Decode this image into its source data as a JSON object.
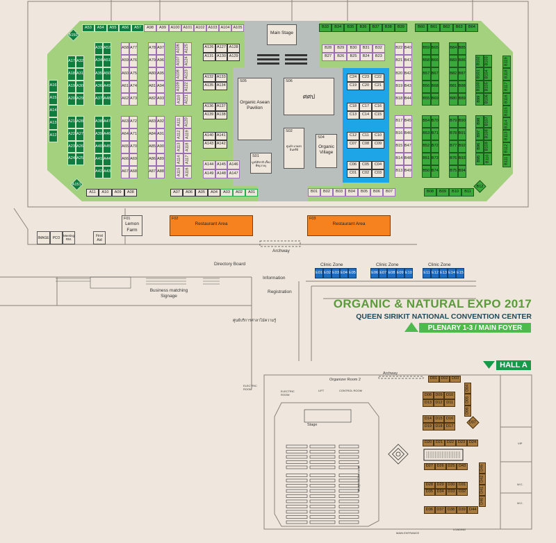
{
  "title": {
    "expo": "ORGANIC & NATURAL EXPO 2017",
    "venue": "QUEEN SIRIKIT NATIONAL CONVENTION CENTER",
    "plenary": "PLENARY 1-3 / MAIN FOYER",
    "hall": "HALL A"
  },
  "colors": {
    "hall_green": "#a3d17e",
    "a_booth": "#0f7d3d",
    "b_booth": "#3aa83a",
    "c_zone": "#1ea5e8",
    "restaurant": "#f5821f",
    "d_booth": "#a97b3f",
    "clinic": "#1a6cc4",
    "title_green": "#5b9a3b",
    "title_navy": "#1e4a5a"
  },
  "rooms": {
    "main_stage": "Main Stage",
    "s05_code": "S05",
    "s05_name": "Organic Asean Pavilion",
    "s06_code": "S06",
    "s06_name": "ศศป",
    "s02_code": "S02",
    "s02_name": "ศูนย์ฯ เกษตรอินทรีย์",
    "s04_code": "S04",
    "s04_name": "Organic Village",
    "s01_code": "S01",
    "s01_name": "มูลนิธิชาติ เลี้ยงพืช(ภาค)",
    "f01_code": "F01",
    "f01_name": "Lemon Farm",
    "f02_code": "F02",
    "f02_name": "Restaurant Area",
    "f03_code": "F03",
    "f03_name": "Restaurant Area",
    "image": "IMAGE",
    "pco": "PCO",
    "meeting": "Meeting RM.",
    "first_aid": "First Aid"
  },
  "labels": {
    "archway_top": "Archway",
    "directory_board": "Directory Board",
    "information": "Information",
    "registration": "Registration",
    "business_matching": "Business matching Signage",
    "thai_service": "ศูนย์บริการศาลาไม้ความรู้",
    "clinic_1": "Clinic Zone",
    "clinic_2": "Clinic Zone",
    "clinic_3": "Clinic Zone",
    "electric_room_1": "ELECTRIC ROOM",
    "electric_room_2": "ELECTRIC ROOM",
    "organizer_room": "Organizer Room 2",
    "lift": "LIFT",
    "control_room": "CONTROL ROOM",
    "archway_hall": "Archway",
    "stage": "Stage",
    "interpretation": "Interpretation room",
    "vip": "VIP",
    "wc_1": "W.C.",
    "wc_2": "W.C.",
    "main_entrance": "MAIN ENTRANCE",
    "loading": "LOADING"
  },
  "booths": {
    "a_top_green": [
      "A53",
      "A54",
      "A55",
      "A56",
      "A57"
    ],
    "a_top": [
      "A98",
      "A99",
      "A100",
      "A101",
      "A102",
      "A103",
      "A104",
      "A105"
    ],
    "a_col12": [
      "A16",
      "A15",
      "A14",
      "A13",
      "A12"
    ],
    "a_17": [
      "A17",
      "A32",
      "A18",
      "A31",
      "A19",
      "A30",
      "A20",
      "A29"
    ],
    "a_21": [
      "A21",
      "A28",
      "A22",
      "A27",
      "A23",
      "A26",
      "A24",
      "A25"
    ],
    "a_33": [
      "A33",
      "A52",
      "A34",
      "A51",
      "A35",
      "A50",
      "A36",
      "A49",
      "A37",
      "A48"
    ],
    "a_38": [
      "A38",
      "A47",
      "A39",
      "A46",
      "A40",
      "A45",
      "A41",
      "A44",
      "A42",
      "A43"
    ],
    "a_58": [
      "A58",
      "A77",
      "A59",
      "A76",
      "A60",
      "A75",
      "A61",
      "A74",
      "A62",
      "A73"
    ],
    "a_63": [
      "A63",
      "A72",
      "A64",
      "A71",
      "A65",
      "A70",
      "A66",
      "A69",
      "A67",
      "A68"
    ],
    "a_78": [
      "A78",
      "A97",
      "A79",
      "A96",
      "A80",
      "A95",
      "A81",
      "A94",
      "A82",
      "A93"
    ],
    "a_83": [
      "A83",
      "A92",
      "A84",
      "A91",
      "A85",
      "A90",
      "A86",
      "A89",
      "A87",
      "A88"
    ],
    "a_106": [
      "A106",
      "A125",
      "A107",
      "A124",
      "A108",
      "A123",
      "A109",
      "A122",
      "A110",
      "A121"
    ],
    "a_111": [
      "A111",
      "A120",
      "A112",
      "A119",
      "A113",
      "A118",
      "A114",
      "A117",
      "A115",
      "A116"
    ],
    "a_126": [
      "A126",
      "A127",
      "A128",
      "A131",
      "A130",
      "A129"
    ],
    "a_132": [
      "A132",
      "A133",
      "A135",
      "A134"
    ],
    "a_136": [
      "A136",
      "A137",
      "A139",
      "A138"
    ],
    "a_140": [
      "A140",
      "A141",
      "A143",
      "A142"
    ],
    "a_144": [
      "A144",
      "A145",
      "A146",
      "A149",
      "A148",
      "A147"
    ],
    "a_bottom_left": [
      "A11",
      "A10",
      "A09",
      "A08"
    ],
    "a_bottom_mid": [
      "A07",
      "A06",
      "A05",
      "A04"
    ],
    "a_bottom_right": [
      "A03",
      "A02",
      "A01"
    ],
    "b_bottom_left": [
      "B01",
      "B02",
      "B03",
      "B04",
      "B05",
      "B06",
      "B07"
    ],
    "b_top_green": [
      "B33",
      "B34",
      "B35",
      "B36",
      "B37",
      "B38",
      "B39"
    ],
    "b_top_right": [
      "B60",
      "B61",
      "B62",
      "B63",
      "B64"
    ],
    "b_28": [
      "B28",
      "B29",
      "B30",
      "B31",
      "B32",
      "B27",
      "B26",
      "B25",
      "B24",
      "B23"
    ],
    "c_24": [
      "C24",
      "C23",
      "C22",
      "C19",
      "C20",
      "C21"
    ],
    "c_18": [
      "C18",
      "C17",
      "C16",
      "C13",
      "C14",
      "C15"
    ],
    "c_12": [
      "C12",
      "C11",
      "C10",
      "C07",
      "C08",
      "C09"
    ],
    "c_06": [
      "C06",
      "C05",
      "C04",
      "C01",
      "C02",
      "C03"
    ],
    "b_22": [
      "B22",
      "B40",
      "B21",
      "B41",
      "B20",
      "B42",
      "B19",
      "B43",
      "B18",
      "B44"
    ],
    "b_17": [
      "B17",
      "B45",
      "B16",
      "B46",
      "B15",
      "B47",
      "B14",
      "B48",
      "B13",
      "B49"
    ],
    "b_59": [
      "B59",
      "B65",
      "B58",
      "B66",
      "B57",
      "B67",
      "B56",
      "B68",
      "B55",
      "B69"
    ],
    "b_54": [
      "B54",
      "B70",
      "B53",
      "B71",
      "B52",
      "B72",
      "B51",
      "B73",
      "B50",
      "B74"
    ],
    "b_84": [
      "B84",
      "B85",
      "B83",
      "B86",
      "B82",
      "B87",
      "B81",
      "B88",
      "B80",
      "B89"
    ],
    "b_79": [
      "B79",
      "B90",
      "B78",
      "B91",
      "B77",
      "B92",
      "B76",
      "B93",
      "B75",
      "B94"
    ],
    "b_102": [
      "B102",
      "B103",
      "B101",
      "B104",
      "B100",
      "B105",
      "B99",
      "B106"
    ],
    "b_98": [
      "B98",
      "B107",
      "B97",
      "B108",
      "B96",
      "B109",
      "B95",
      "B110"
    ],
    "b_119": [
      "B119",
      "B118",
      "B117",
      "B116",
      "B115",
      "B114",
      "B113",
      "B112",
      "B111"
    ],
    "b_bottom_right": [
      "B08",
      "B09",
      "B10",
      "B11"
    ],
    "diamonds": [
      "A150",
      "A151",
      "B12",
      "D07"
    ],
    "e_1": [
      "E01",
      "E02",
      "E03",
      "E04",
      "E05"
    ],
    "e_2": [
      "E06",
      "E07",
      "E08",
      "E09",
      "E10"
    ],
    "e_3": [
      "E11",
      "E12",
      "E13",
      "E14",
      "E15"
    ],
    "d_01": [
      "D01",
      "D02",
      "D03"
    ],
    "d_04": [
      "D04",
      "D05",
      "D06"
    ],
    "d_08": [
      "D08",
      "D09",
      "D10",
      "D13",
      "D12",
      "D11"
    ],
    "d_14": [
      "D14",
      "D15",
      "D16",
      "D19",
      "D18",
      "D17"
    ],
    "d_20": [
      "D20",
      "D21",
      "D22",
      "D23",
      "D24"
    ],
    "d_27": [
      "D27",
      "D26",
      "D25",
      "D43"
    ],
    "d_45": [
      "D45",
      "D42",
      "D41",
      "D40"
    ],
    "d_28": [
      "D28",
      "D29",
      "D30",
      "D31",
      "D35",
      "D34",
      "D33",
      "D32"
    ],
    "d_36": [
      "D36",
      "D37",
      "D38",
      "D39",
      "D44"
    ]
  }
}
